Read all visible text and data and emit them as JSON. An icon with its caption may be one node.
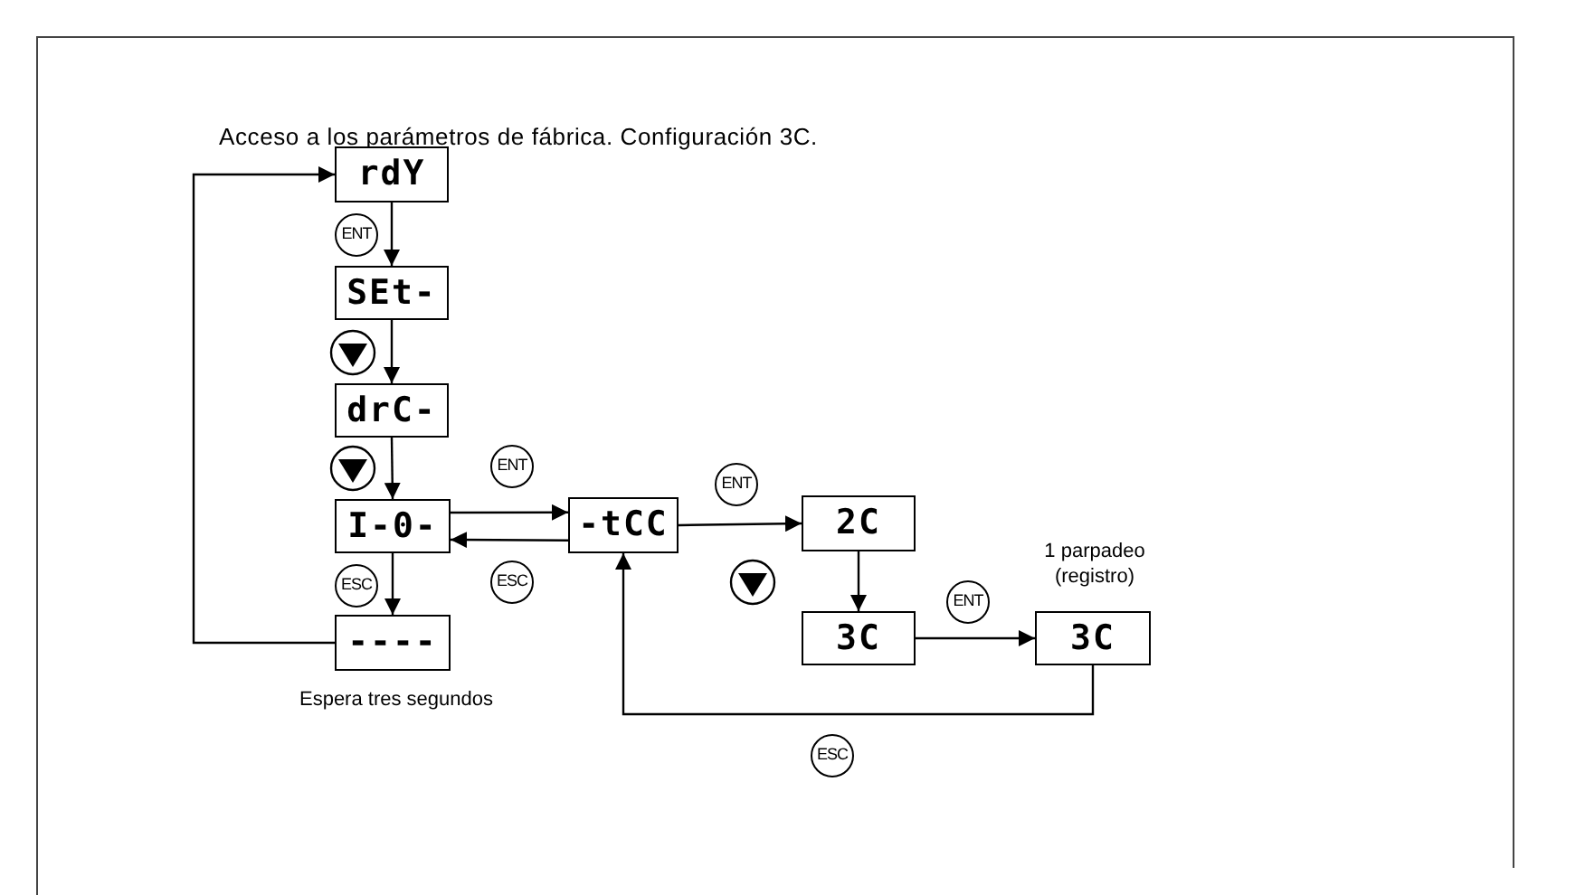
{
  "diagram": {
    "title": "Acceso a los parámetros de fábrica. Configuración 3C.",
    "nodes": [
      {
        "text": [
          "rdY"
        ]
      },
      {
        "text": [
          "SEt-"
        ]
      },
      {
        "text": [
          "drC-"
        ]
      },
      {
        "text": [
          "I-0-"
        ]
      },
      {
        "text": [
          "----"
        ],
        "beside": [
          "Espera tres segundos"
        ]
      },
      {
        "text": [
          "-tCC"
        ]
      },
      {
        "text": [
          "2C"
        ]
      },
      {
        "text": [
          "3C"
        ]
      },
      {
        "text": [
          "3C"
        ],
        "beside": [
          "1 parpadeo (registro)"
        ]
      }
    ],
    "edges": [
      {
        "from": 4,
        "to": 0,
        "arrow": "to"
      },
      {
        "from": 0,
        "to": 1,
        "arrow": "to",
        "label": "ENT"
      },
      {
        "from": 1,
        "to": 2,
        "arrow": "to"
      },
      {
        "from": 2,
        "to": 3,
        "arrow": "to"
      },
      {
        "from": 3,
        "to": 4,
        "arrow": "to",
        "label": "ESC"
      },
      {
        "from": 3,
        "to": 5,
        "arrow": "to",
        "label": "ENT"
      },
      {
        "from": 5,
        "to": 3,
        "arrow": "to",
        "label": "ESC"
      },
      {
        "from": 5,
        "to": 6,
        "arrow": "to",
        "label": "ENT"
      },
      {
        "from": 6,
        "to": 7,
        "arrow": "to"
      },
      {
        "from": 7,
        "to": 8,
        "arrow": "to",
        "label": "ENT"
      },
      {
        "from": 8,
        "to": 5,
        "arrow": "to",
        "label": "ESC"
      }
    ]
  }
}
